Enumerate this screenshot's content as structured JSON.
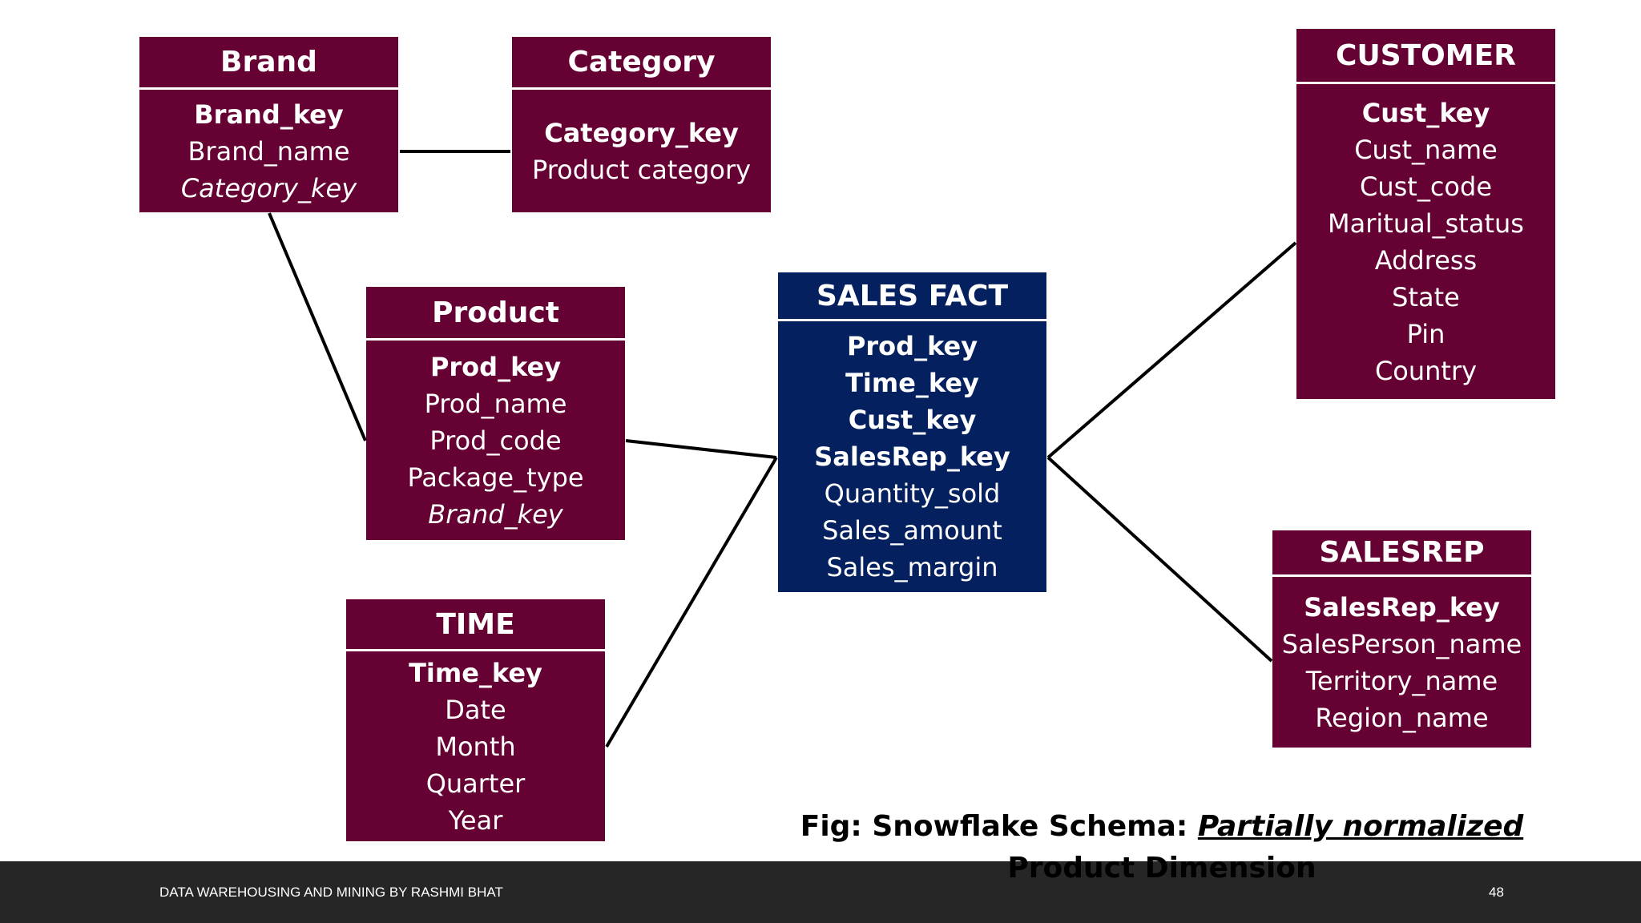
{
  "diagram": {
    "tables": [
      {
        "id": "brand",
        "title": "Brand",
        "kind": "dimension",
        "fields": [
          {
            "text": "Brand_key",
            "role": "primary-key"
          },
          {
            "text": "Brand_name",
            "role": "attribute"
          },
          {
            "text": "Category_key",
            "role": "foreign-key"
          }
        ]
      },
      {
        "id": "category",
        "title": "Category",
        "kind": "dimension",
        "fields": [
          {
            "text": "Category_key",
            "role": "primary-key"
          },
          {
            "text": "Product category",
            "role": "attribute"
          }
        ]
      },
      {
        "id": "customer",
        "title": "CUSTOMER",
        "kind": "dimension",
        "fields": [
          {
            "text": "Cust_key",
            "role": "primary-key"
          },
          {
            "text": "Cust_name",
            "role": "attribute"
          },
          {
            "text": "Cust_code",
            "role": "attribute"
          },
          {
            "text": "Maritual_status",
            "role": "attribute"
          },
          {
            "text": "Address",
            "role": "attribute"
          },
          {
            "text": "State",
            "role": "attribute"
          },
          {
            "text": "Pin",
            "role": "attribute"
          },
          {
            "text": "Country",
            "role": "attribute"
          }
        ]
      },
      {
        "id": "product",
        "title": "Product",
        "kind": "dimension",
        "fields": [
          {
            "text": "Prod_key",
            "role": "primary-key"
          },
          {
            "text": "Prod_name",
            "role": "attribute"
          },
          {
            "text": "Prod_code",
            "role": "attribute"
          },
          {
            "text": "Package_type",
            "role": "attribute"
          },
          {
            "text": "Brand_key",
            "role": "foreign-key"
          }
        ]
      },
      {
        "id": "sales-fact",
        "title": "SALES FACT",
        "kind": "fact",
        "fields": [
          {
            "text": "Prod_key",
            "role": "primary-key"
          },
          {
            "text": "Time_key",
            "role": "primary-key"
          },
          {
            "text": "Cust_key",
            "role": "primary-key"
          },
          {
            "text": "SalesRep_key",
            "role": "primary-key"
          },
          {
            "text": "Quantity_sold",
            "role": "attribute"
          },
          {
            "text": "Sales_amount",
            "role": "attribute"
          },
          {
            "text": "Sales_margin",
            "role": "attribute"
          }
        ]
      },
      {
        "id": "salesrep",
        "title": "SALESREP",
        "kind": "dimension",
        "fields": [
          {
            "text": "SalesRep_key",
            "role": "primary-key"
          },
          {
            "text": "SalesPerson_name",
            "role": "attribute"
          },
          {
            "text": "Territory_name",
            "role": "attribute"
          },
          {
            "text": "Region_name",
            "role": "attribute"
          }
        ]
      },
      {
        "id": "time",
        "title": "TIME",
        "kind": "dimension",
        "fields": [
          {
            "text": "Time_key",
            "role": "primary-key"
          },
          {
            "text": "Date",
            "role": "attribute"
          },
          {
            "text": "Month",
            "role": "attribute"
          },
          {
            "text": "Quarter",
            "role": "attribute"
          },
          {
            "text": "Year",
            "role": "attribute"
          }
        ]
      }
    ],
    "links": [
      {
        "from": "brand",
        "to": "category"
      },
      {
        "from": "brand",
        "to": "product"
      },
      {
        "from": "product",
        "to": "sales-fact"
      },
      {
        "from": "time",
        "to": "sales-fact"
      },
      {
        "from": "sales-fact",
        "to": "customer"
      },
      {
        "from": "sales-fact",
        "to": "salesrep"
      }
    ],
    "colors": {
      "dimension_fill": "#650233",
      "fact_fill": "#04205f",
      "text": "#ffffff",
      "link": "#000000"
    }
  },
  "caption": {
    "prefix": "Fig: Snowflake Schema: ",
    "emphasis": "Partially normalized ",
    "suffix": "Product Dimension"
  },
  "footer": {
    "left_text": "DATA WAREHOUSING AND MINING BY RASHMI BHAT",
    "page_number": "48",
    "bar_color": "#262626"
  }
}
